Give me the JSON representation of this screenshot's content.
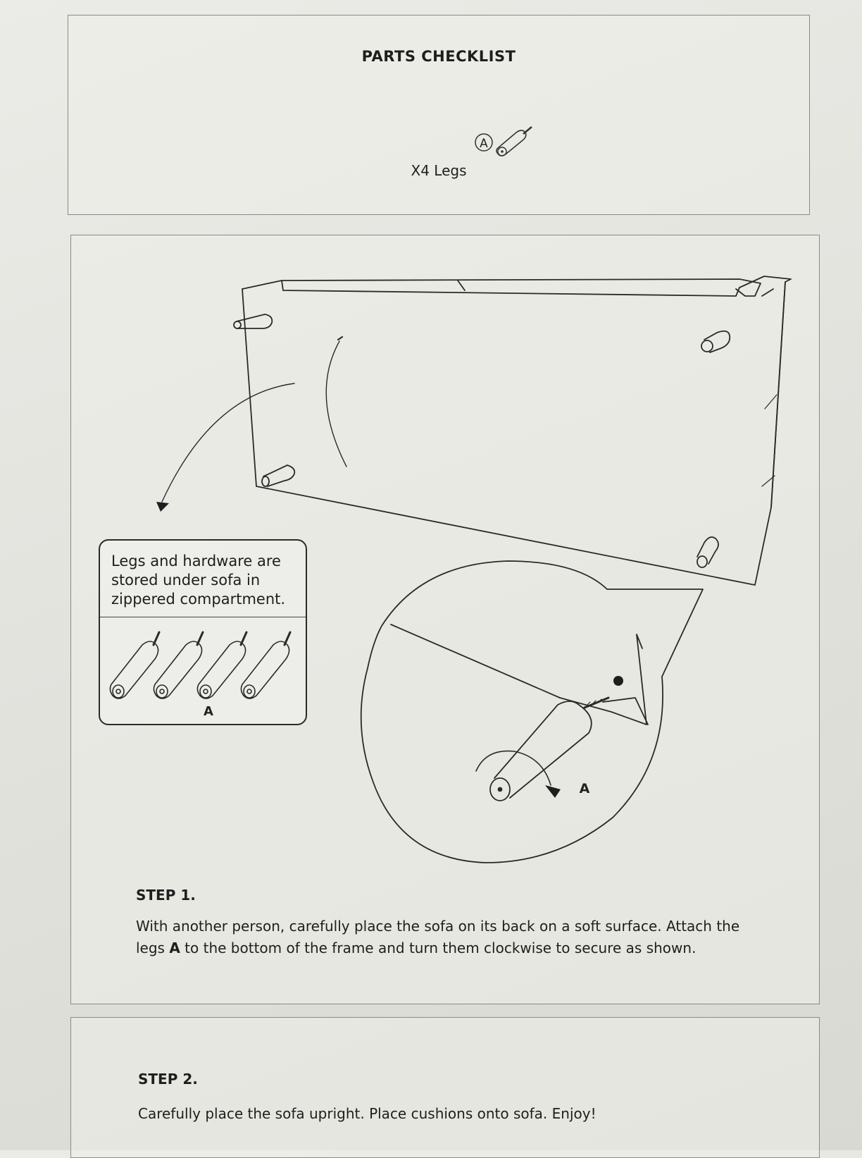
{
  "parts_checklist": {
    "title": "PARTS CHECKLIST",
    "part_letter": "A",
    "legs_label": "X4 Legs"
  },
  "diagram": {
    "note": "Legs and hardware are stored under sofa in zippered compartment.",
    "note_part_letter": "A",
    "zoom_part_letter": "A"
  },
  "step1": {
    "title": "STEP 1.",
    "body_before": "With another person, carefully place the sofa on its back on a soft surface. Attach the legs ",
    "body_bold": "A",
    "body_after": " to the bottom of the frame and turn them clockwise to secure as shown."
  },
  "step2": {
    "title": "STEP 2.",
    "body": "Carefully place the sofa upright. Place cushions onto sofa. Enjoy!"
  }
}
